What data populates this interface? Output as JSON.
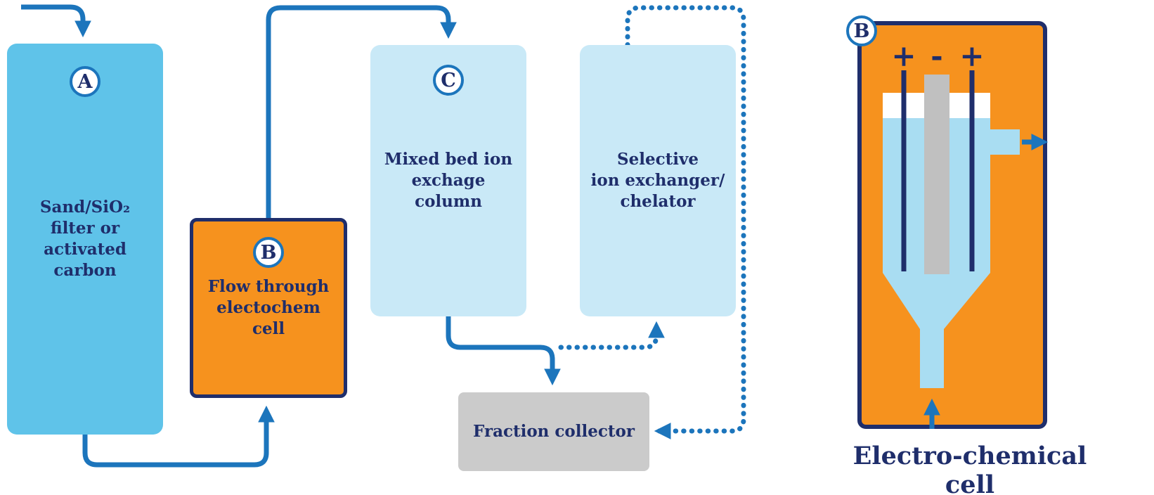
{
  "colors": {
    "navy": "#1F2E6B",
    "arrow_blue": "#1C75BC",
    "box_blue": "#5FC3E9",
    "box_light_blue": "#C9E9F7",
    "orange": "#F6921E",
    "gray_box": "#CBCBCB",
    "electrode_gray": "#C0C0C0",
    "liquid": "#A9DDF2",
    "white": "#FFFFFF"
  },
  "flow": {
    "box_a": {
      "badge": "A",
      "label": "Sand/SiO₂\nfilter or activated\ncarbon"
    },
    "box_b": {
      "badge": "B",
      "label": "Flow through\nelectochem cell"
    },
    "box_c": {
      "badge": "C",
      "label": "Mixed bed ion\nexchage column"
    },
    "box_selective": {
      "label": "Selective\nion exchanger/\nchelator"
    },
    "box_fraction": {
      "label": "Fraction collector"
    }
  },
  "cell": {
    "badge": "B",
    "electrode_labels": [
      "+",
      "-",
      "+"
    ],
    "caption": "Electro-chemical cell"
  }
}
